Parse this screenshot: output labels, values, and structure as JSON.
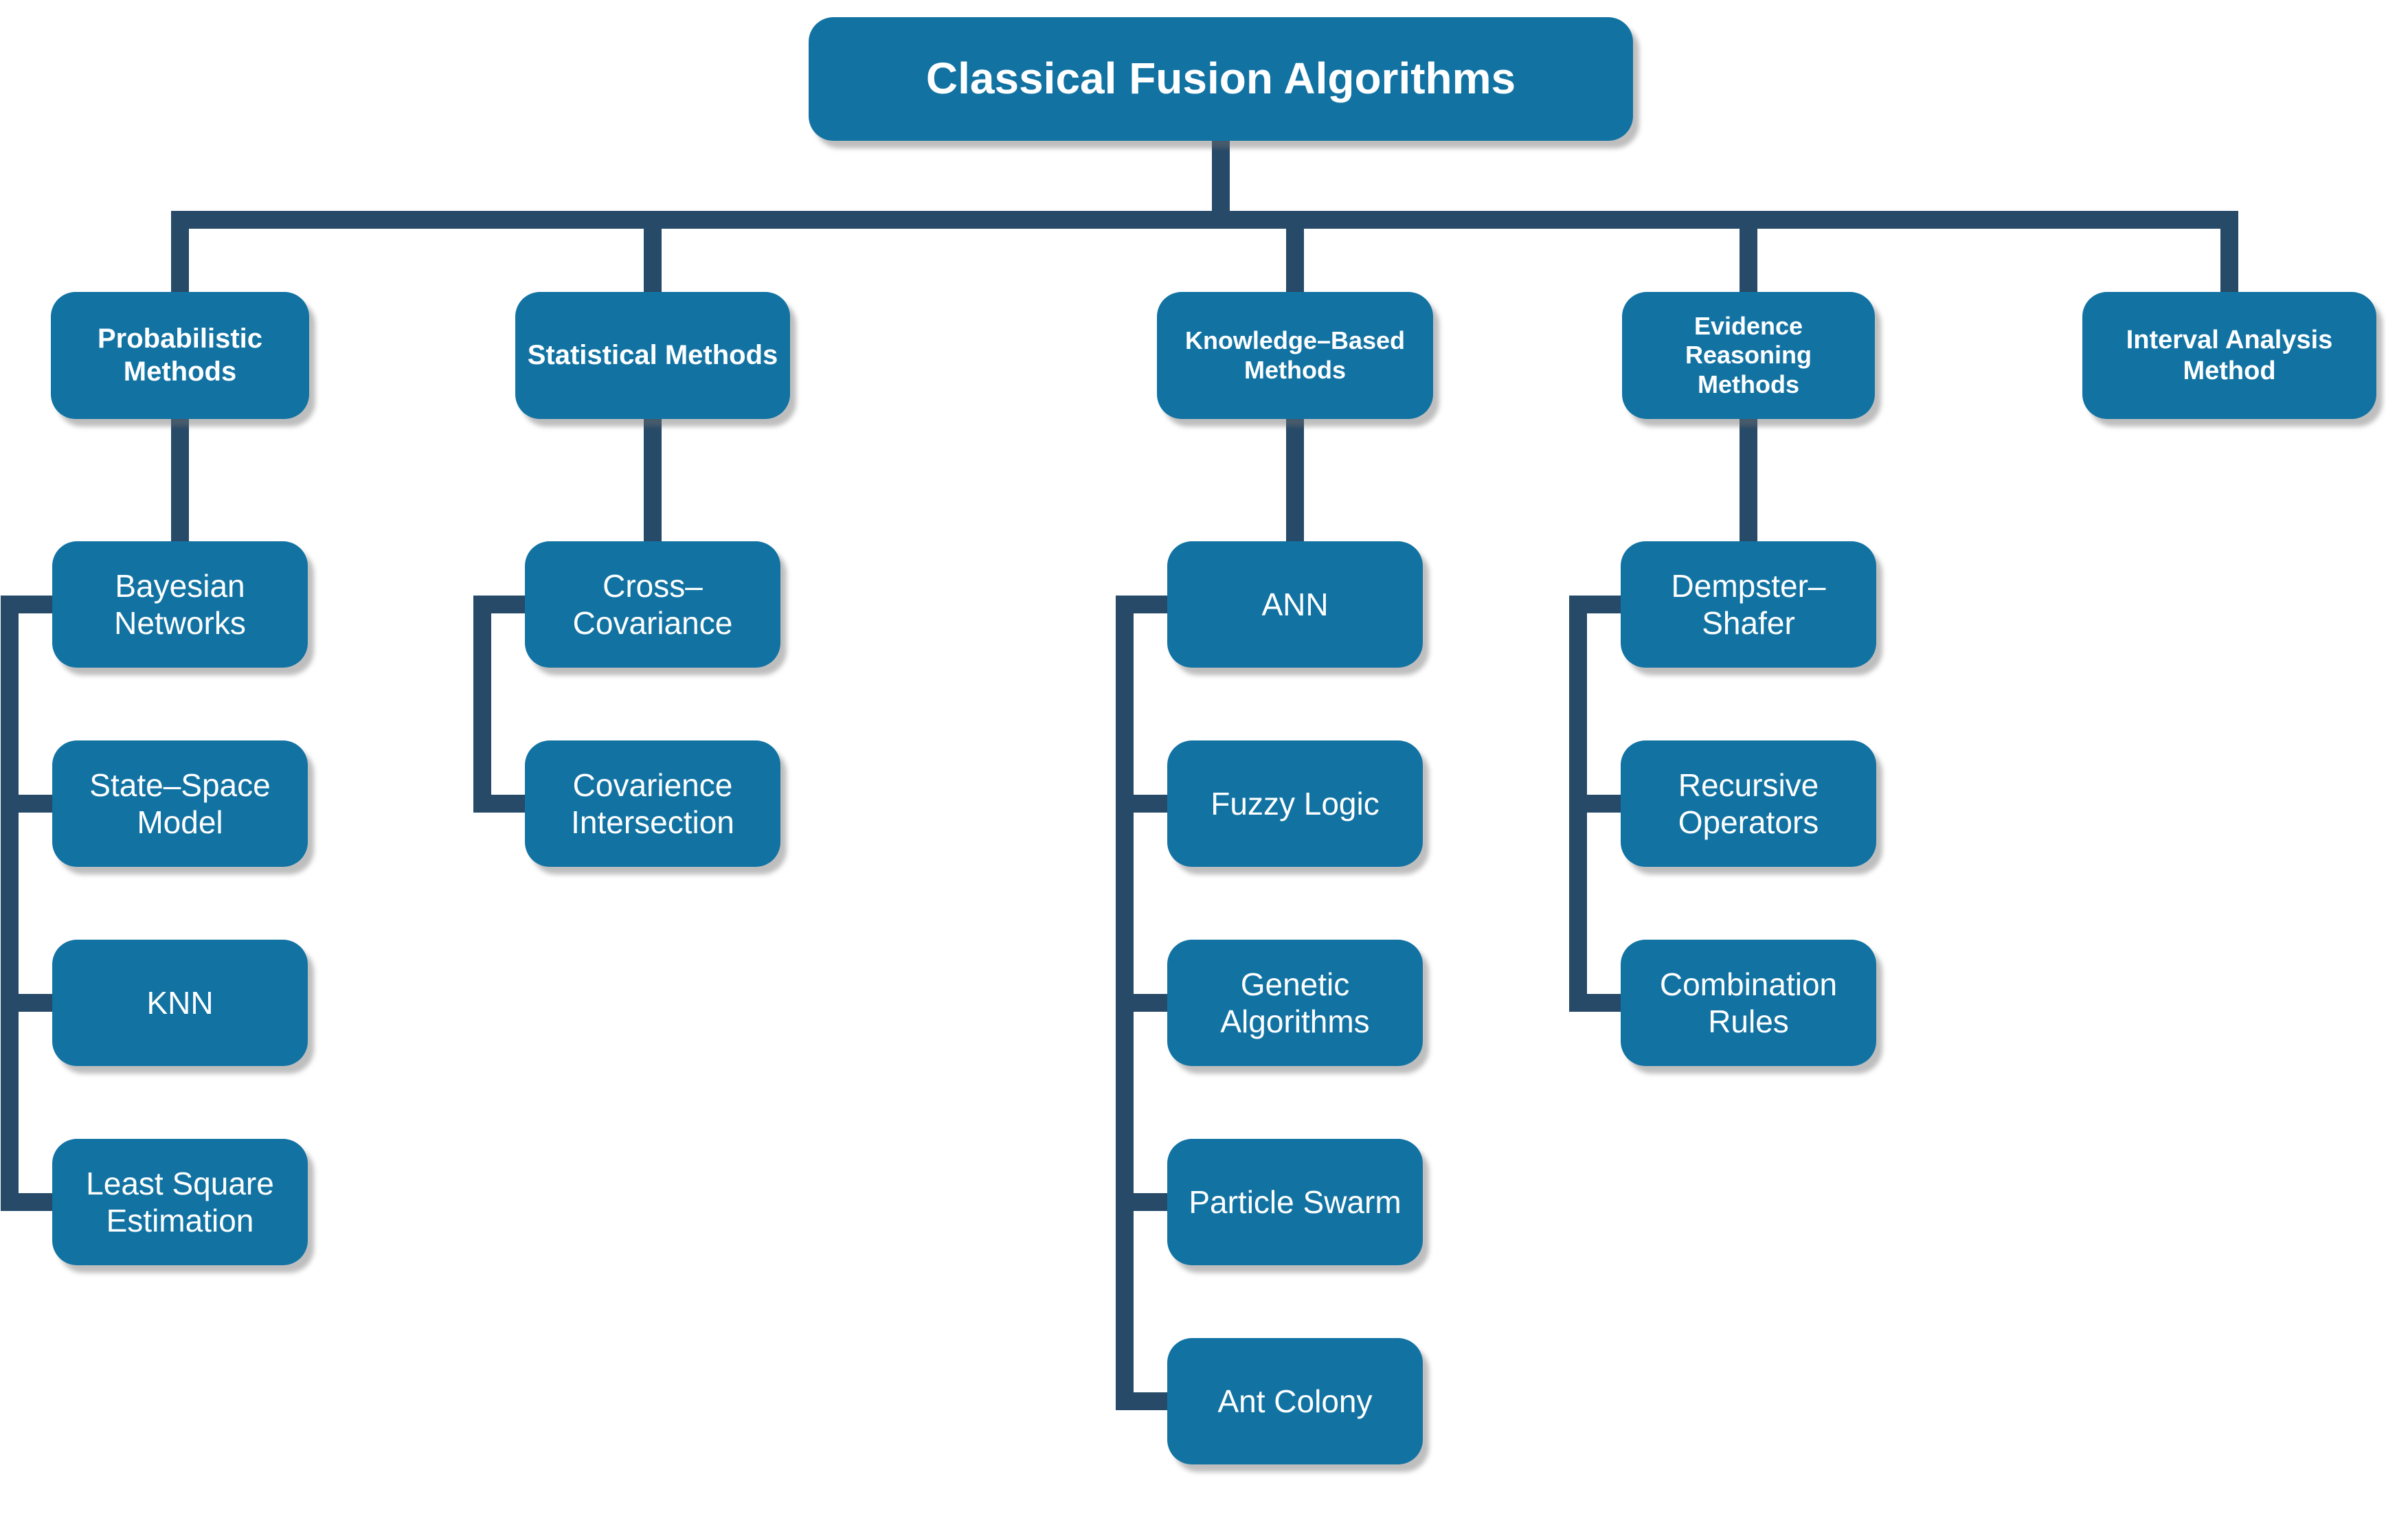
{
  "title": "Classical Fusion Algorithms",
  "colors": {
    "node_fill": "#1273A3",
    "connector": "#264A68",
    "node_text": "#FFFFFF",
    "background": "#FFFFFF"
  },
  "tree": {
    "branches": [
      {
        "label": "Probabilistic Methods",
        "children": [
          "Bayesian Networks",
          "State–Space Model",
          "KNN",
          "Least Square Estimation"
        ]
      },
      {
        "label": "Statistical Methods",
        "children": [
          "Cross–Covariance",
          "Covarience Intersection"
        ]
      },
      {
        "label": "Knowledge–Based Methods",
        "children": [
          "ANN",
          "Fuzzy Logic",
          "Genetic Algorithms",
          "Particle Swarm",
          "Ant Colony"
        ]
      },
      {
        "label": "Evidence Reasoning Methods",
        "children": [
          "Dempster–Shafer",
          "Recursive Operators",
          "Combination Rules"
        ]
      },
      {
        "label": "Interval Analysis Method",
        "children": []
      }
    ]
  }
}
